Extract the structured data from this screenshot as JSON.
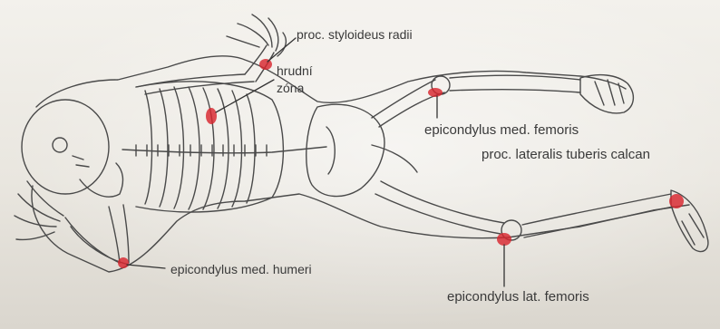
{
  "labels": {
    "styloideus_radii": "proc. styloideus radii",
    "hrudni_line1": "hrudní",
    "hrudni_line2": "zóna",
    "epicondylus_med_femoris": "epicondylus med. femoris",
    "lateralis_tuberis": "proc. lateralis tuberis calcan",
    "epicondylus_med_humeri": "epicondylus med. humeri",
    "epicondylus_lat_femoris": "epicondylus lat. femoris"
  },
  "colors": {
    "paper": "#ece9e2",
    "ink": "#3a3a3a",
    "marker": "#d8262e"
  },
  "icons": [
    "skeleton-figure",
    "red-point-marker"
  ]
}
